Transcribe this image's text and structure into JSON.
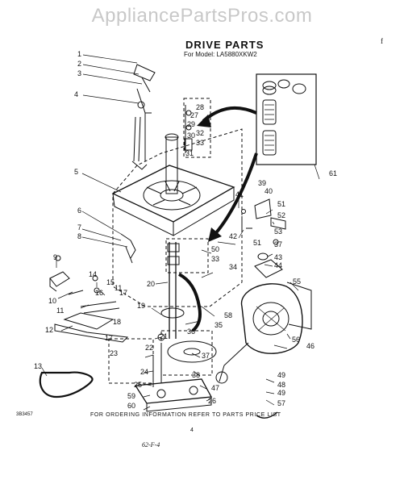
{
  "watermark": "AppliancePartsPros.com",
  "title": "DRIVE PARTS",
  "subtitle": "For Model: LA5880XKW2",
  "corner_mark": "f",
  "catalog_number": "3B3457",
  "footer": "FOR ORDERING INFORMATION REFER TO PARTS PRICE LIST",
  "page_number": "4",
  "handwritten": "62-F-4",
  "callouts": [
    {
      "n": "1"
    },
    {
      "n": "2"
    },
    {
      "n": "3"
    },
    {
      "n": "4"
    },
    {
      "n": "27"
    },
    {
      "n": "28"
    },
    {
      "n": "29"
    },
    {
      "n": "30"
    },
    {
      "n": "31"
    },
    {
      "n": "32"
    },
    {
      "n": "33"
    },
    {
      "n": "5"
    },
    {
      "n": "6"
    },
    {
      "n": "7"
    },
    {
      "n": "8"
    },
    {
      "n": "9"
    },
    {
      "n": "10"
    },
    {
      "n": "11"
    },
    {
      "n": "12"
    },
    {
      "n": "13"
    },
    {
      "n": "14"
    },
    {
      "n": "15"
    },
    {
      "n": "16"
    },
    {
      "n": "17"
    },
    {
      "n": "18"
    },
    {
      "n": "19"
    },
    {
      "n": "20"
    },
    {
      "n": "21"
    },
    {
      "n": "22"
    },
    {
      "n": "23"
    },
    {
      "n": "24"
    },
    {
      "n": "25"
    },
    {
      "n": "26"
    },
    {
      "n": "34"
    },
    {
      "n": "35"
    },
    {
      "n": "36"
    },
    {
      "n": "37"
    },
    {
      "n": "38"
    },
    {
      "n": "39"
    },
    {
      "n": "40"
    },
    {
      "n": "41"
    },
    {
      "n": "42"
    },
    {
      "n": "43"
    },
    {
      "n": "44"
    },
    {
      "n": "46"
    },
    {
      "n": "47"
    },
    {
      "n": "48"
    },
    {
      "n": "49"
    },
    {
      "n": "50"
    },
    {
      "n": "51"
    },
    {
      "n": "52"
    },
    {
      "n": "53"
    },
    {
      "n": "55"
    },
    {
      "n": "56"
    },
    {
      "n": "57"
    },
    {
      "n": "58"
    },
    {
      "n": "59"
    },
    {
      "n": "60"
    },
    {
      "n": "61"
    }
  ]
}
